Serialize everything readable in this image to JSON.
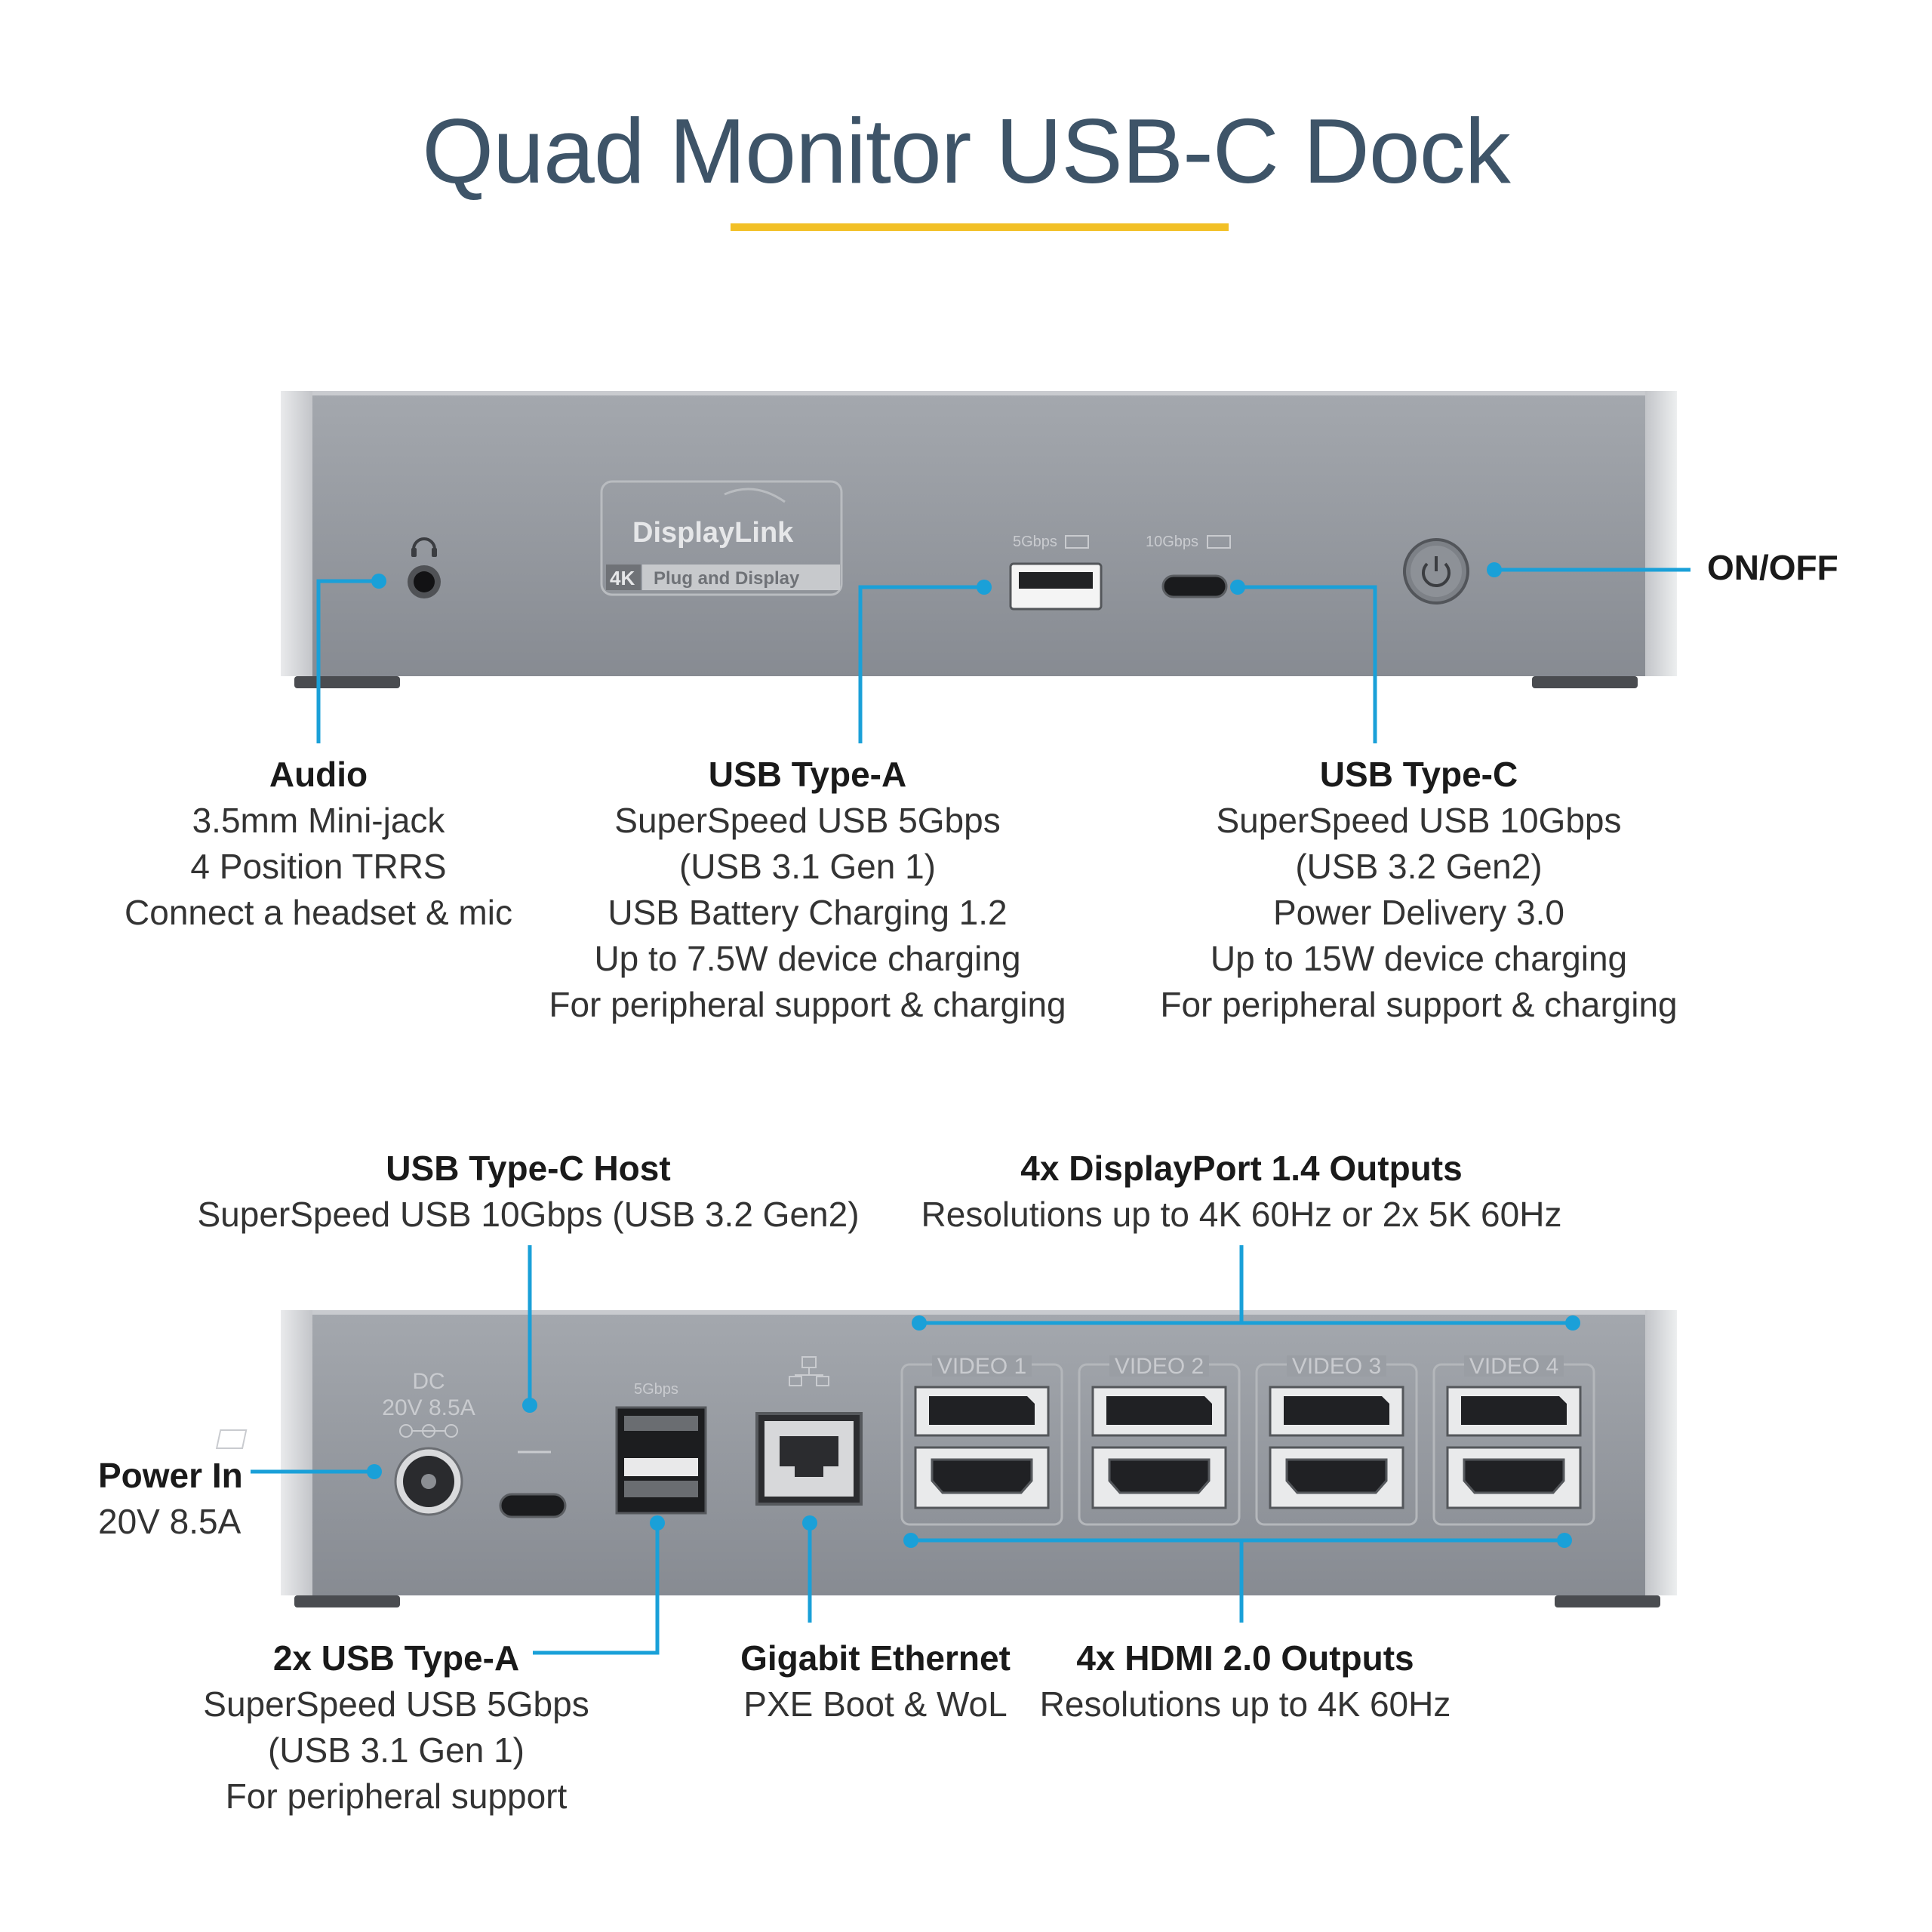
{
  "title": "Quad Monitor USB-C Dock",
  "colors": {
    "accent": "#1aa0d8",
    "title": "#3e5468",
    "underline": "#f2c026",
    "chassis": "#8e9299"
  },
  "front_panel": {
    "logo_brand": "DisplayLink",
    "logo_tag": "4K",
    "logo_sub": "Plug and Display",
    "usb_a_speed": "5Gbps",
    "usb_c_speed": "10Gbps",
    "icons": [
      "headphone-icon",
      "power-button-icon",
      "battery-charge-icon"
    ]
  },
  "rear_panel": {
    "dc_label": "DC",
    "dc_rating": "20V 8.5A",
    "usb_a_speed": "5Gbps",
    "video_labels": [
      "VIDEO 1",
      "VIDEO 2",
      "VIDEO 3",
      "VIDEO 4"
    ],
    "icons": [
      "laptop-icon",
      "network-icon",
      "polarity-icon"
    ]
  },
  "callouts": {
    "onoff": "ON/OFF",
    "audio": {
      "head": "Audio",
      "lines": [
        "3.5mm Mini-jack",
        "4 Position TRRS",
        "Connect a headset & mic"
      ]
    },
    "usb_a_front": {
      "head": "USB Type-A",
      "lines": [
        "SuperSpeed USB 5Gbps",
        "(USB 3.1 Gen 1)",
        "USB Battery Charging 1.2",
        "Up to 7.5W device charging",
        "For peripheral support & charging"
      ]
    },
    "usb_c_front": {
      "head": "USB Type-C",
      "lines": [
        "SuperSpeed USB 10Gbps",
        "(USB 3.2 Gen2)",
        "Power Delivery 3.0",
        "Up to 15W device charging",
        "For peripheral support & charging"
      ]
    },
    "usb_c_host": {
      "head": "USB Type-C Host",
      "lines": [
        "SuperSpeed USB 10Gbps (USB 3.2 Gen2)"
      ]
    },
    "displayport": {
      "head": "4x DisplayPort 1.4 Outputs",
      "lines": [
        "Resolutions up to 4K 60Hz or 2x 5K 60Hz"
      ]
    },
    "power_in": {
      "head": "Power In",
      "lines": [
        "20V 8.5A"
      ]
    },
    "usb_a_rear": {
      "head": "2x USB Type-A",
      "lines": [
        "SuperSpeed USB 5Gbps",
        "(USB 3.1 Gen 1)",
        "For peripheral support"
      ]
    },
    "ethernet": {
      "head": "Gigabit Ethernet",
      "lines": [
        "PXE Boot & WoL"
      ]
    },
    "hdmi": {
      "head": "4x HDMI 2.0 Outputs",
      "lines": [
        "Resolutions up to 4K 60Hz"
      ]
    }
  }
}
